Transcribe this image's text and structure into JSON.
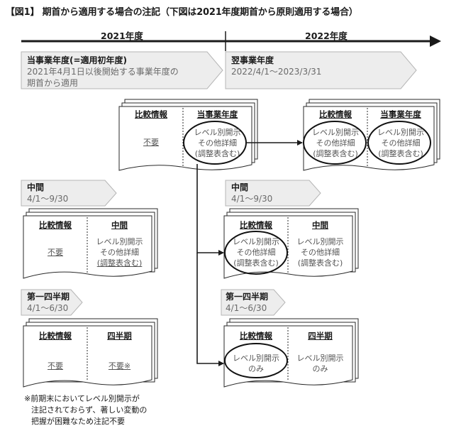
{
  "figure": {
    "title": "【図1】 期首から適用する場合の注記（下図は2021年度期首から原則適用する場合）"
  },
  "timeline": {
    "year_left": "2021年度",
    "year_right": "2022年度"
  },
  "periods": {
    "current": {
      "title": "当事業年度(=適用初年度)",
      "line1": "2021年4月1日以後開始する事業年度の",
      "line2": "期首から適用"
    },
    "next": {
      "title": "翌事業年度",
      "line1": "2022/4/1～2023/3/31"
    },
    "interim_left": {
      "title": "中間",
      "line1": "4/1～9/30"
    },
    "interim_right": {
      "title": "中間",
      "line1": "4/1～9/30"
    },
    "q1_left": {
      "title": "第一四半期",
      "line1": "4/1～6/30"
    },
    "q1_right": {
      "title": "第一四半期",
      "line1": "4/1～6/30"
    }
  },
  "cards": {
    "annual_current": {
      "left_head": "比較情報",
      "left_text": "不要",
      "right_head": "当事業年度",
      "right_l1": "レベル別開示",
      "right_l2": "その他詳細",
      "right_l3": "(調整表含む)"
    },
    "annual_next": {
      "left_head": "比較情報",
      "left_l1": "レベル別開示",
      "left_l2": "その他詳細",
      "left_l3": "(調整表含む)",
      "right_head": "当事業年度",
      "right_l1": "レベル別開示",
      "right_l2": "その他詳細",
      "right_l3": "(調整表含む)"
    },
    "interim_left": {
      "left_head": "比較情報",
      "left_text": "不要",
      "right_head": "中間",
      "right_l1": "レベル別開示",
      "right_l2": "その他詳細",
      "right_l3": "(調整表含む)"
    },
    "interim_right": {
      "left_head": "比較情報",
      "left_l1": "レベル別開示",
      "left_l2": "その他詳細",
      "left_l3": "(調整表含む)",
      "right_head": "中間",
      "right_l1": "レベル別開示",
      "right_l2": "その他詳細",
      "right_l3": "(調整表含む)"
    },
    "q1_left": {
      "left_head": "比較情報",
      "left_text": "不要",
      "right_head": "四半期",
      "right_text": "不要※"
    },
    "q1_right": {
      "left_head": "比較情報",
      "left_l1": "レベル別開示",
      "left_l2": "のみ",
      "right_head": "四半期",
      "right_l1": "レベル別開示",
      "right_l2": "のみ"
    }
  },
  "footnote": {
    "line1": "※前期末においてレベル別開示が",
    "line2": "注記されておらず、著しい変動の",
    "line3": "把握が困難なため注記不要"
  },
  "colors": {
    "arrow_fill": "#ededed",
    "arrow_stroke": "#b5b5b5",
    "card_stroke": "#2a2a2a",
    "gray_text": "#555555"
  }
}
